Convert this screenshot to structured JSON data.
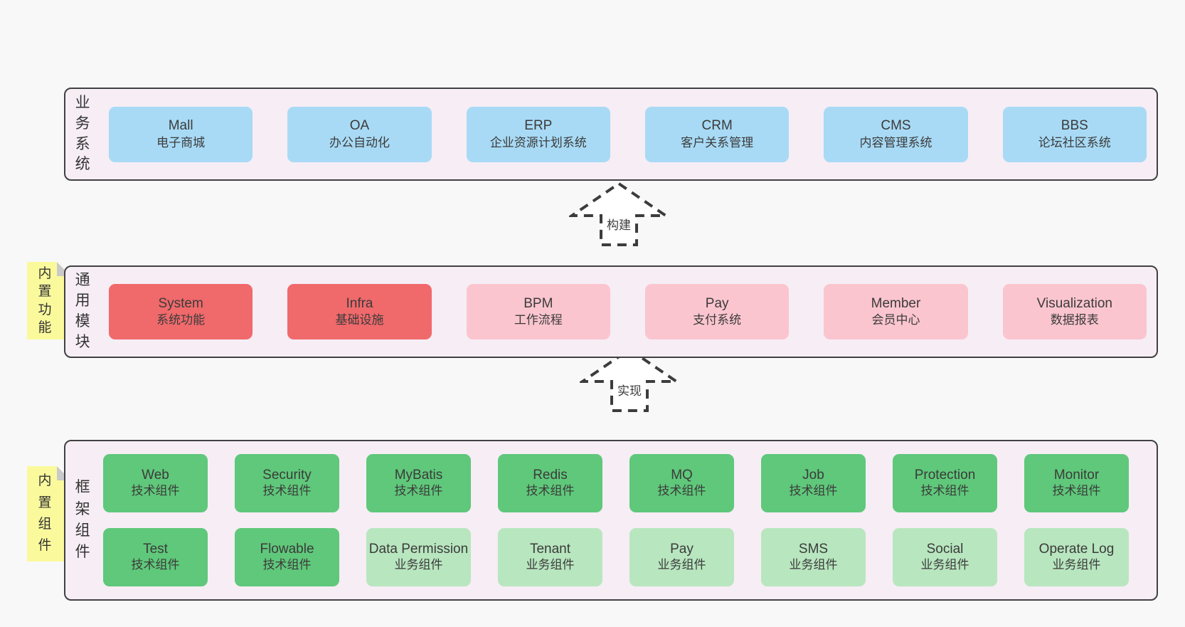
{
  "colors": {
    "blue": "#a8daf5",
    "red": "#f0696b",
    "pink": "#fbc5cf",
    "green": "#5fc87a",
    "lightgreen": "#b8e6bf",
    "panel_bg": "#f6edf5",
    "panel_border": "#414141",
    "note_bg": "#fafa9d",
    "note_fold": "#c9c9c9",
    "page_bg": "#f8f8f8"
  },
  "arrows": [
    {
      "label": "构建"
    },
    {
      "label": "实现"
    }
  ],
  "layers": [
    {
      "label": "业务系统",
      "boxes": [
        {
          "name": "Mall",
          "desc": "电子商城"
        },
        {
          "name": "OA",
          "desc": "办公自动化"
        },
        {
          "name": "ERP",
          "desc": "企业资源计划系统"
        },
        {
          "name": "CRM",
          "desc": "客户关系管理"
        },
        {
          "name": "CMS",
          "desc": "内容管理系统"
        },
        {
          "name": "BBS",
          "desc": "论坛社区系统"
        }
      ]
    },
    {
      "label": "通用模块",
      "note": "内置功能",
      "boxes": [
        {
          "name": "System",
          "desc": "系统功能"
        },
        {
          "name": "Infra",
          "desc": "基础设施"
        },
        {
          "name": "BPM",
          "desc": "工作流程"
        },
        {
          "name": "Pay",
          "desc": "支付系统"
        },
        {
          "name": "Member",
          "desc": "会员中心"
        },
        {
          "name": "Visualization",
          "desc": "数据报表"
        }
      ]
    },
    {
      "label": "框架组件",
      "note": "内置组件",
      "rows": [
        [
          {
            "name": "Web",
            "desc": "技术组件"
          },
          {
            "name": "Security",
            "desc": "技术组件"
          },
          {
            "name": "MyBatis",
            "desc": "技术组件"
          },
          {
            "name": "Redis",
            "desc": "技术组件"
          },
          {
            "name": "MQ",
            "desc": "技术组件"
          },
          {
            "name": "Job",
            "desc": "技术组件"
          },
          {
            "name": "Protection",
            "desc": "技术组件"
          },
          {
            "name": "Monitor",
            "desc": "技术组件"
          }
        ],
        [
          {
            "name": "Test",
            "desc": "技术组件"
          },
          {
            "name": "Flowable",
            "desc": "技术组件"
          },
          {
            "name": "Data Permission",
            "desc": "业务组件"
          },
          {
            "name": "Tenant",
            "desc": "业务组件"
          },
          {
            "name": "Pay",
            "desc": "业务组件"
          },
          {
            "name": "SMS",
            "desc": "业务组件"
          },
          {
            "name": "Social",
            "desc": "业务组件"
          },
          {
            "name": "Operate Log",
            "desc": "业务组件"
          }
        ]
      ]
    }
  ]
}
